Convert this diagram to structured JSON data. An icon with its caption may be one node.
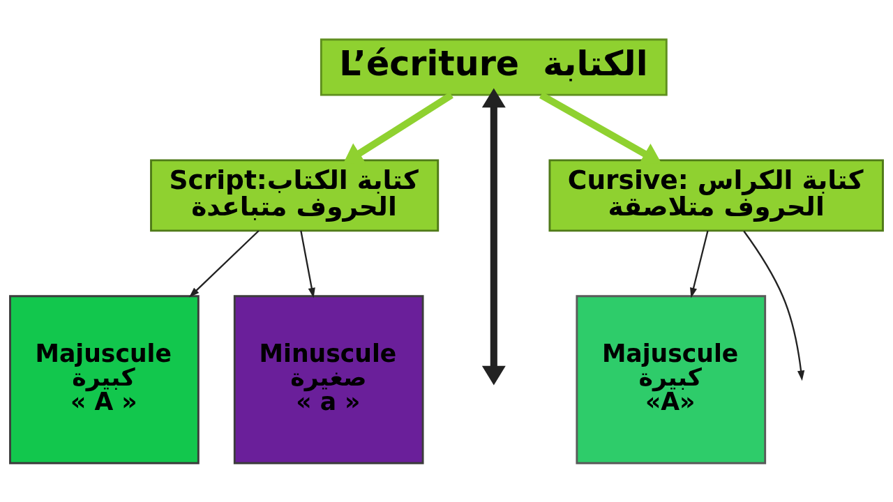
{
  "diagram": {
    "nodes": [
      {
        "text": [
          "L’écriture  الكتابة"
        ]
      },
      {
        "text": [
          "Script:كتابة الكتاب",
          "الحروف متباعدة"
        ]
      },
      {
        "text": [
          "Cursive: كتابة الكراس",
          "الحروف متلاصقة"
        ]
      },
      {
        "text": [
          "Majuscule",
          "كبيرة",
          "« A »"
        ]
      },
      {
        "text": [
          "Minuscule",
          "صغيرة",
          "« a »"
        ]
      },
      {
        "text": [
          "Majuscule",
          "كبيرة",
          "«A»"
        ]
      }
    ],
    "edges": [
      {
        "from": 0,
        "to": 1,
        "arrow": "to",
        "style": "thick",
        "color": "#8fd130"
      },
      {
        "from": 0,
        "to": null,
        "arrow": "both",
        "style": "thick"
      },
      {
        "from": 0,
        "to": 2,
        "arrow": "to",
        "style": "thick",
        "color": "#8fd130"
      },
      {
        "from": 1,
        "to": 3,
        "arrow": "to"
      },
      {
        "from": 1,
        "to": 4,
        "arrow": "to"
      },
      {
        "from": 2,
        "to": 5,
        "arrow": "to"
      },
      {
        "from": 2,
        "to": null,
        "arrow": "to"
      }
    ]
  }
}
